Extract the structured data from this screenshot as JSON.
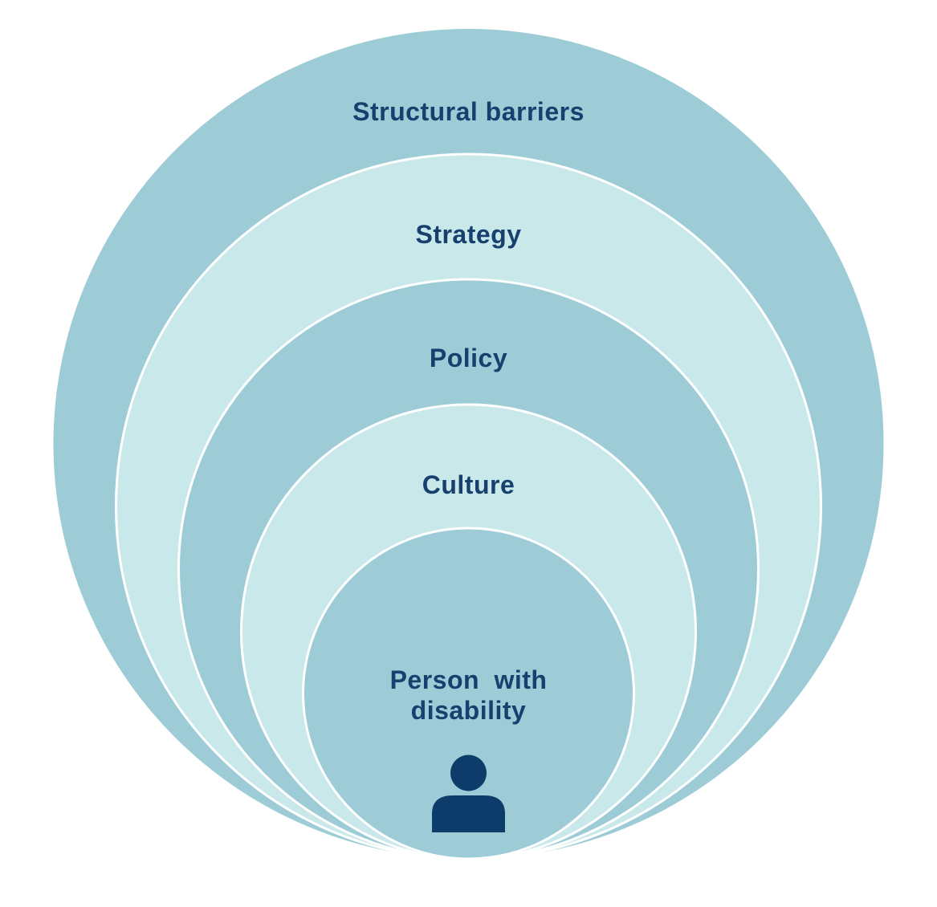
{
  "diagram": {
    "type": "nested-circles",
    "description": "Concentric bottom-tangent circles showing layers of structural barriers around a person with disability",
    "rings": [
      {
        "label": "Structural barriers",
        "color": "#9dccd7"
      },
      {
        "label": "Strategy",
        "color": "#c8e8ea"
      },
      {
        "label": "Policy",
        "color": "#9dccd7"
      },
      {
        "label": "Culture",
        "color": "#c8e8ea"
      },
      {
        "label": "Person with disability",
        "line1": "Person with",
        "line2": "disability",
        "color": "#9dccd7"
      }
    ],
    "label_color": "#17406e",
    "person_icon": "person-silhouette",
    "person_icon_color": "#0d3c6b",
    "ring_stroke_color": "#ffffff",
    "background_color": "#ffffff"
  }
}
